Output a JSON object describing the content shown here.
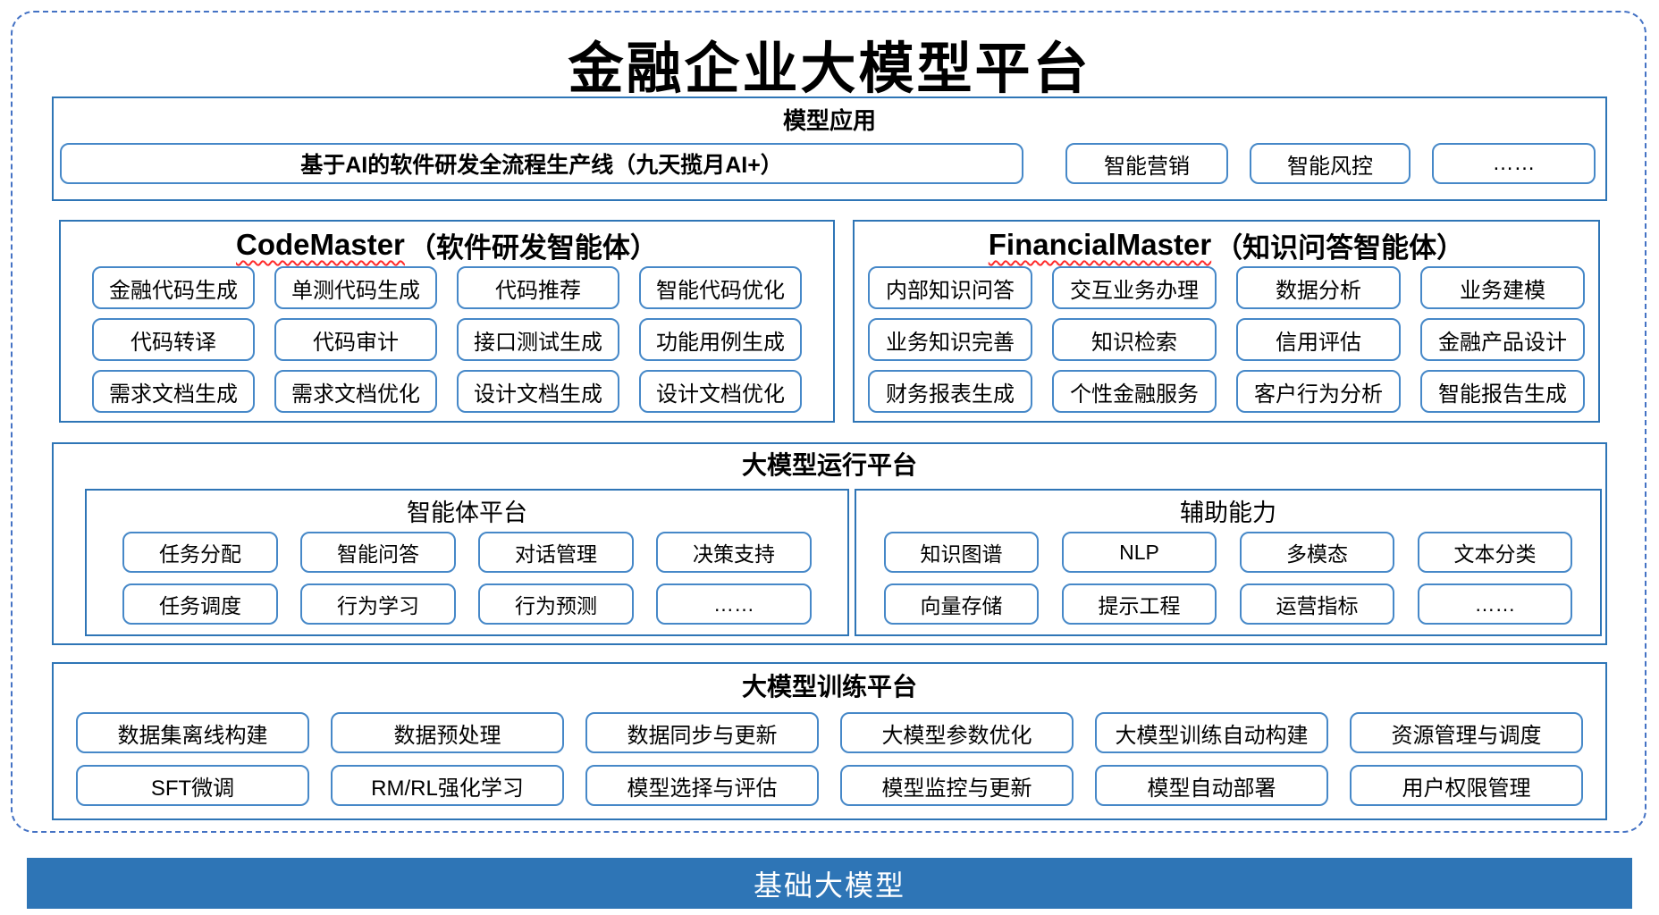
{
  "title": "金融企业大模型平台",
  "model_app": {
    "title": "模型应用",
    "pipeline": "基于AI的软件研发全流程生产线（九天揽月AI+）",
    "boxes": [
      "智能营销",
      "智能风控",
      "……"
    ]
  },
  "code_master": {
    "name": "CodeMaster",
    "subtitle": "（软件研发智能体）",
    "boxes": [
      "金融代码生成",
      "单测代码生成",
      "代码推荐",
      "智能代码优化",
      "代码转译",
      "代码审计",
      "接口测试生成",
      "功能用例生成",
      "需求文档生成",
      "需求文档优化",
      "设计文档生成",
      "设计文档优化"
    ]
  },
  "financial_master": {
    "name": "FinancialMaster",
    "subtitle": "（知识问答智能体）",
    "boxes": [
      "内部知识问答",
      "交互业务办理",
      "数据分析",
      "业务建模",
      "业务知识完善",
      "知识检索",
      "信用评估",
      "金融产品设计",
      "财务报表生成",
      "个性金融服务",
      "客户行为分析",
      "智能报告生成"
    ]
  },
  "runtime": {
    "title": "大模型运行平台",
    "agent_platform": {
      "title": "智能体平台",
      "boxes": [
        "任务分配",
        "智能问答",
        "对话管理",
        "决策支持",
        "任务调度",
        "行为学习",
        "行为预测",
        "……"
      ]
    },
    "auxiliary": {
      "title": "辅助能力",
      "boxes": [
        "知识图谱",
        "NLP",
        "多模态",
        "文本分类",
        "向量存储",
        "提示工程",
        "运营指标",
        "……"
      ]
    }
  },
  "training": {
    "title": "大模型训练平台",
    "boxes": [
      "数据集离线构建",
      "数据预处理",
      "数据同步与更新",
      "大模型参数优化",
      "大模型训练自动构建",
      "资源管理与调度",
      "SFT微调",
      "RM/RL强化学习",
      "模型选择与评估",
      "模型监控与更新",
      "模型自动部署",
      "用户权限管理"
    ]
  },
  "foundation": {
    "title": "基础大模型"
  },
  "colors": {
    "dashed_border_blue": "#4472C4",
    "section_border_blue": "#2E75B6",
    "pill_border_blue": "#4688C8",
    "foundation_bar_blue": "#2E75B6",
    "squiggle_red": "#FF2A2A"
  }
}
